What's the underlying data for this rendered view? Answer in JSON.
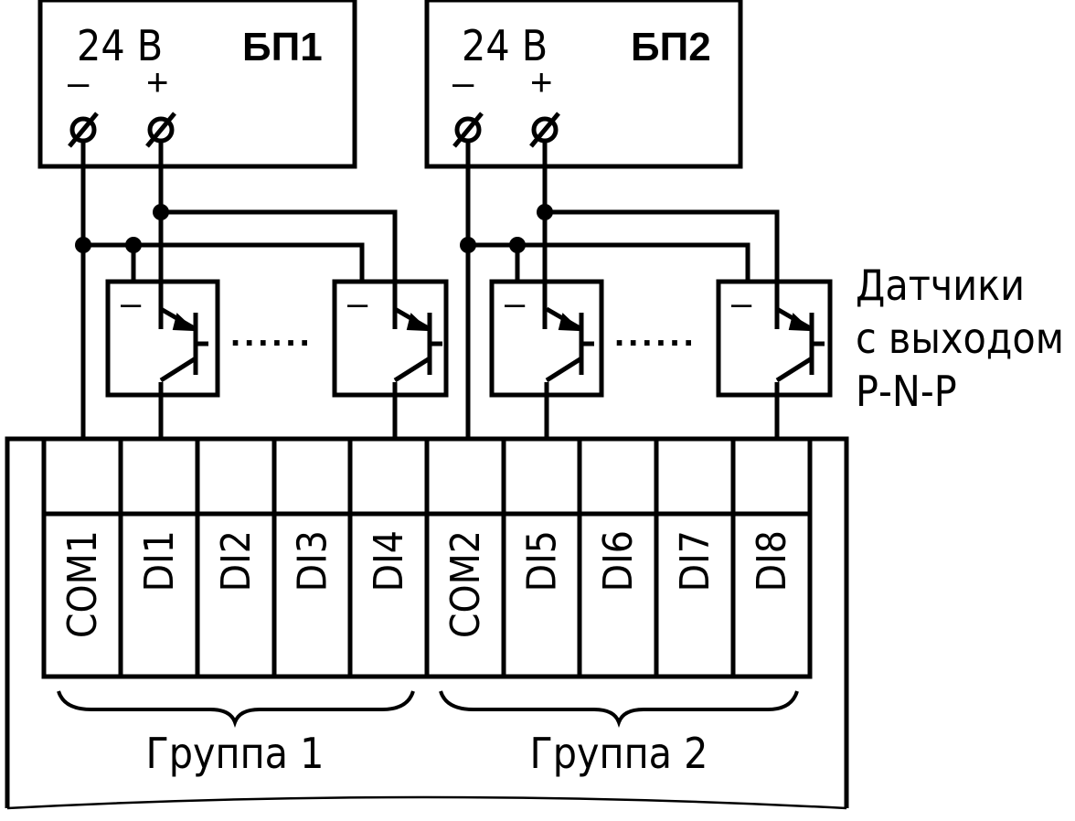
{
  "power_supplies": [
    {
      "name": "БП1",
      "voltage": "24 В",
      "minus": "–",
      "plus": "+"
    },
    {
      "name": "БП2",
      "voltage": "24 В",
      "minus": "–",
      "plus": "+"
    }
  ],
  "sensors": {
    "caption_lines": [
      "Датчики",
      "с выходом",
      "Р-N-Р"
    ],
    "minus_sign": "–",
    "dots": "......"
  },
  "terminals": [
    "COM1",
    "DI1",
    "DI2",
    "DI3",
    "DI4",
    "COM2",
    "DI5",
    "DI6",
    "DI7",
    "DI8"
  ],
  "groups": [
    "Группа 1",
    "Группа 2"
  ],
  "colors": {
    "ink": "#000000",
    "background": "#ffffff"
  }
}
